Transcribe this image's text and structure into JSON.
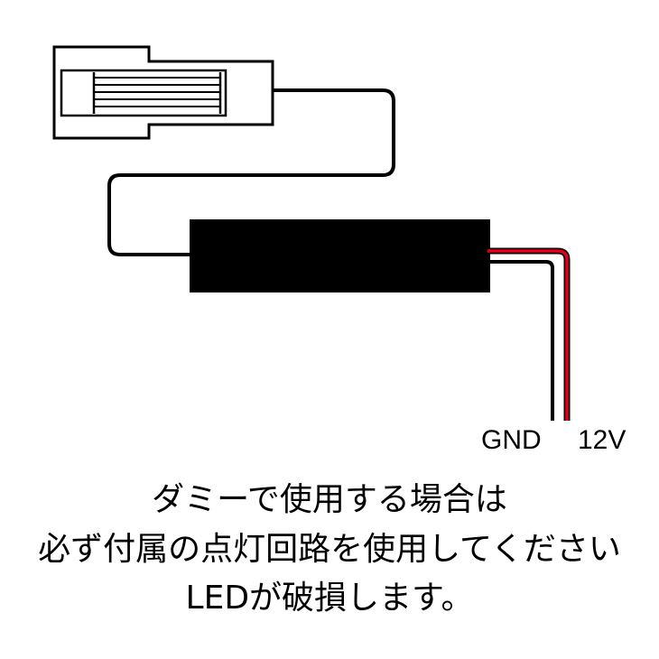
{
  "wires": {
    "gnd_label": "GND",
    "v12_label": "12V",
    "gnd_color": "#000000",
    "v12_color": "#e3001b"
  },
  "parts": [
    "connector",
    "dummy-load-module"
  ],
  "notice": {
    "line1": "ダミーで使用する場合は",
    "line2": "必ず付属の点灯回路を使用してください",
    "line3": "LEDが破損します。"
  }
}
